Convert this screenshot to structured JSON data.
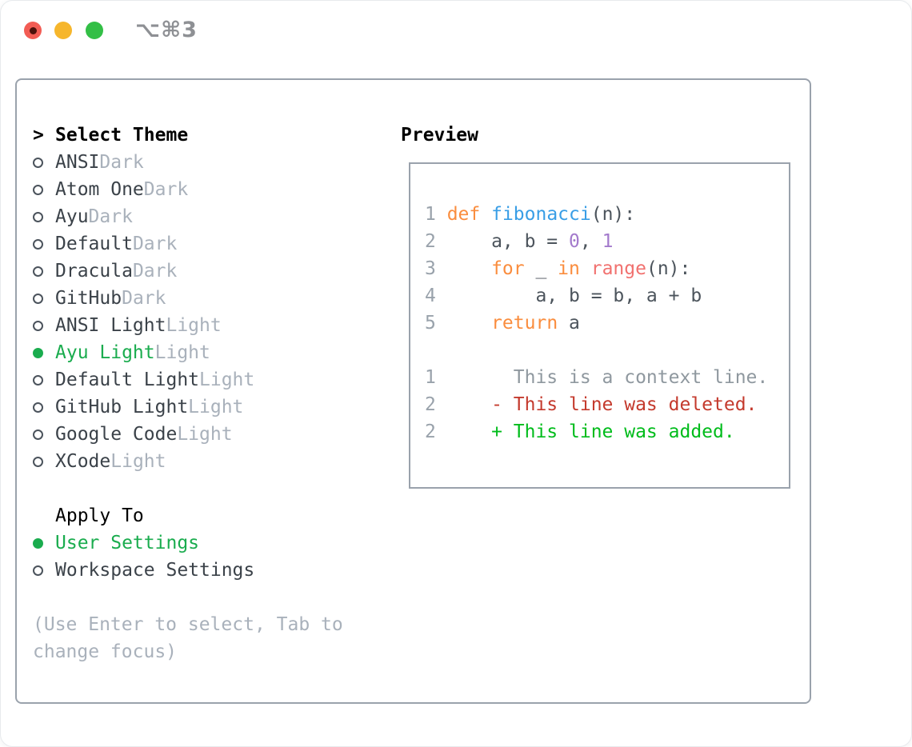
{
  "titlebar": {
    "shortcut": "⌥⌘3",
    "traffic_lights": [
      {
        "name": "close-button",
        "color": "#f25c54",
        "dot": true
      },
      {
        "name": "minimize-button",
        "color": "#f6b62c",
        "dot": false
      },
      {
        "name": "zoom-button",
        "color": "#33bf46",
        "dot": false
      }
    ]
  },
  "theme_picker": {
    "prompt": ">",
    "title": "Select Theme",
    "themes": [
      {
        "name": "ANSI",
        "variant": "Dark",
        "selected": false
      },
      {
        "name": "Atom One",
        "variant": "Dark",
        "selected": false
      },
      {
        "name": "Ayu",
        "variant": "Dark",
        "selected": false
      },
      {
        "name": "Default",
        "variant": "Dark",
        "selected": false
      },
      {
        "name": "Dracula",
        "variant": "Dark",
        "selected": false
      },
      {
        "name": "GitHub",
        "variant": "Dark",
        "selected": false
      },
      {
        "name": "ANSI Light",
        "variant": "Light",
        "selected": false
      },
      {
        "name": "Ayu Light",
        "variant": "Light",
        "selected": true
      },
      {
        "name": "Default Light",
        "variant": "Light",
        "selected": false
      },
      {
        "name": "GitHub Light",
        "variant": "Light",
        "selected": false
      },
      {
        "name": "Google Code",
        "variant": "Light",
        "selected": false
      },
      {
        "name": "XCode",
        "variant": "Light",
        "selected": false
      }
    ],
    "apply_section": {
      "title": "Apply To",
      "options": [
        {
          "label": "User Settings",
          "selected": true
        },
        {
          "label": "Workspace Settings",
          "selected": false
        }
      ]
    },
    "hint": "(Use Enter to select, Tab to change focus)"
  },
  "preview": {
    "title": "Preview",
    "lines": [
      {
        "num": "1",
        "segments": [
          {
            "text": "def",
            "token": "keyword"
          },
          {
            "text": " ",
            "token": "plain"
          },
          {
            "text": "fibonacci",
            "token": "function"
          },
          {
            "text": "(n):",
            "token": "plain"
          }
        ]
      },
      {
        "num": "2",
        "segments": [
          {
            "text": "    a, b = ",
            "token": "plain"
          },
          {
            "text": "0",
            "token": "constant"
          },
          {
            "text": ", ",
            "token": "plain"
          },
          {
            "text": "1",
            "token": "constant"
          }
        ]
      },
      {
        "num": "3",
        "segments": [
          {
            "text": "    ",
            "token": "plain"
          },
          {
            "text": "for",
            "token": "keyword"
          },
          {
            "text": " _ ",
            "token": "plain"
          },
          {
            "text": "in",
            "token": "keyword"
          },
          {
            "text": " ",
            "token": "plain"
          },
          {
            "text": "range",
            "token": "special"
          },
          {
            "text": "(n):",
            "token": "plain"
          }
        ]
      },
      {
        "num": "4",
        "segments": [
          {
            "text": "        a, b = b, a + b",
            "token": "plain"
          }
        ]
      },
      {
        "num": "5",
        "segments": [
          {
            "text": "    ",
            "token": "plain"
          },
          {
            "text": "return",
            "token": "keyword"
          },
          {
            "text": " a",
            "token": "plain"
          }
        ]
      },
      {
        "num": "",
        "segments": []
      },
      {
        "num": "1",
        "segments": [
          {
            "text": "      This is a context line.",
            "token": "context"
          }
        ]
      },
      {
        "num": "2",
        "segments": [
          {
            "text": "    - This line was deleted.",
            "token": "deleted"
          }
        ]
      },
      {
        "num": "2",
        "segments": [
          {
            "text": "    + This line was added.",
            "token": "added"
          }
        ]
      }
    ]
  },
  "colors": {
    "ui": {
      "panel_border": "#9aa2ac",
      "text": "#3b4249",
      "muted": "#a9b1bb",
      "selected_green": "#1aac4e",
      "title_gray": "#8e9094"
    },
    "tokens": {
      "plain": "#4c545c",
      "keyword": "#fa8d3e",
      "function": "#399ee6",
      "special": "#f1716f",
      "constant": "#a37acc",
      "line_number": "#99a2ab",
      "context": "#8f989f",
      "deleted": "#c43a2d",
      "added": "#00bc1b"
    }
  }
}
